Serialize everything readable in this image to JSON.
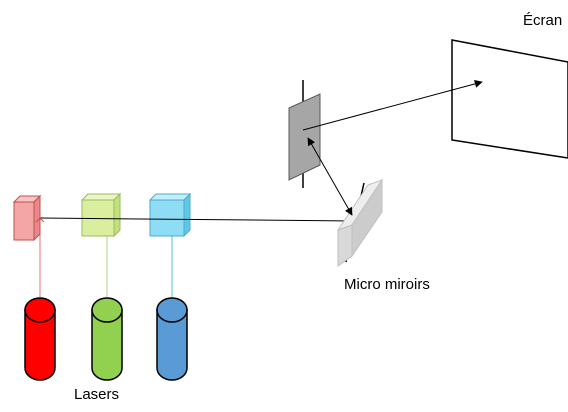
{
  "labels": {
    "screen": "Écran",
    "micro_mirrors": "Micro miroirs",
    "lasers": "Lasers"
  },
  "colors": {
    "laser_red": "#ff0000",
    "laser_green": "#92d050",
    "laser_blue": "#5b9bd5",
    "beam_red": "#e57373",
    "beam_green": "#a9d18e",
    "beam_blue": "#4fc3d8",
    "filter_red": "#f4a6a6",
    "filter_green": "#d9ef9f",
    "filter_blue": "#8fdcf5",
    "mirror_dark": "#a6a6a6",
    "mirror_light": "#d9d9d9"
  }
}
